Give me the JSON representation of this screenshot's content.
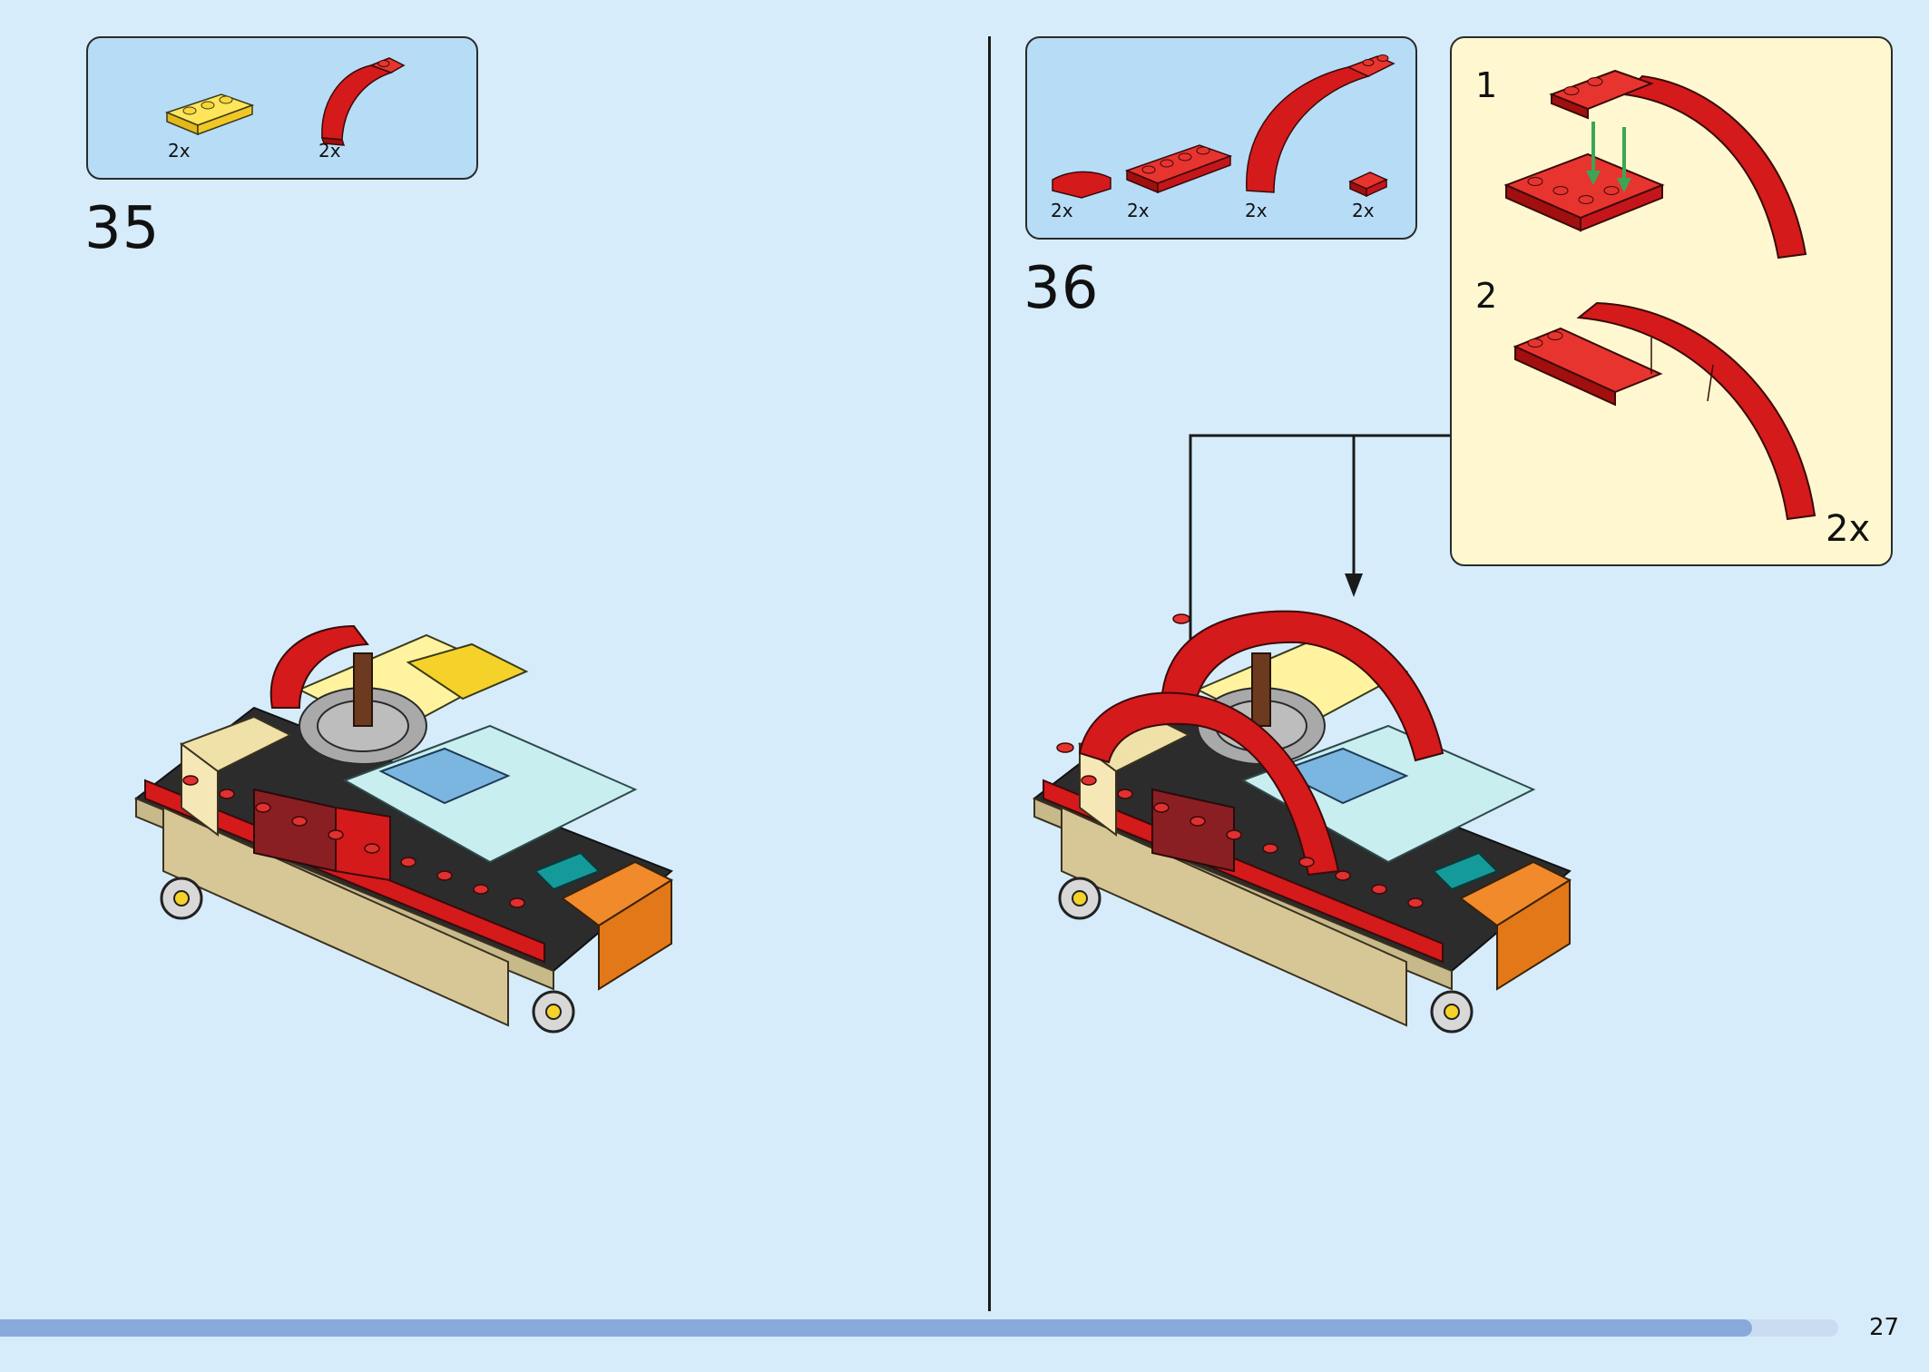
{
  "page": {
    "number": "27",
    "progress_fraction": 0.953
  },
  "step35": {
    "number": "35",
    "parts": [
      {
        "name": "yellow-plate-1x3",
        "qty": "2x",
        "color": "#f5d22a"
      },
      {
        "name": "red-arch-curve",
        "qty": "2x",
        "color": "#d41a1a"
      }
    ]
  },
  "step36": {
    "number": "36",
    "parts": [
      {
        "name": "red-curved-slope",
        "qty": "2x",
        "color": "#d41a1a"
      },
      {
        "name": "red-plate-1x4",
        "qty": "2x",
        "color": "#d41a1a"
      },
      {
        "name": "red-large-arch",
        "qty": "2x",
        "color": "#d41a1a"
      },
      {
        "name": "red-tile-1x1",
        "qty": "2x",
        "color": "#d41a1a"
      }
    ],
    "substeps": [
      {
        "number": "1"
      },
      {
        "number": "2"
      }
    ],
    "multiplier": "2x"
  },
  "colors": {
    "background": "#d6ecfb",
    "parts_box": "#b7dcf6",
    "substep_box": "#fff7cf",
    "brick_red": "#d41a1a",
    "guide_arrow": "#3aa655"
  }
}
